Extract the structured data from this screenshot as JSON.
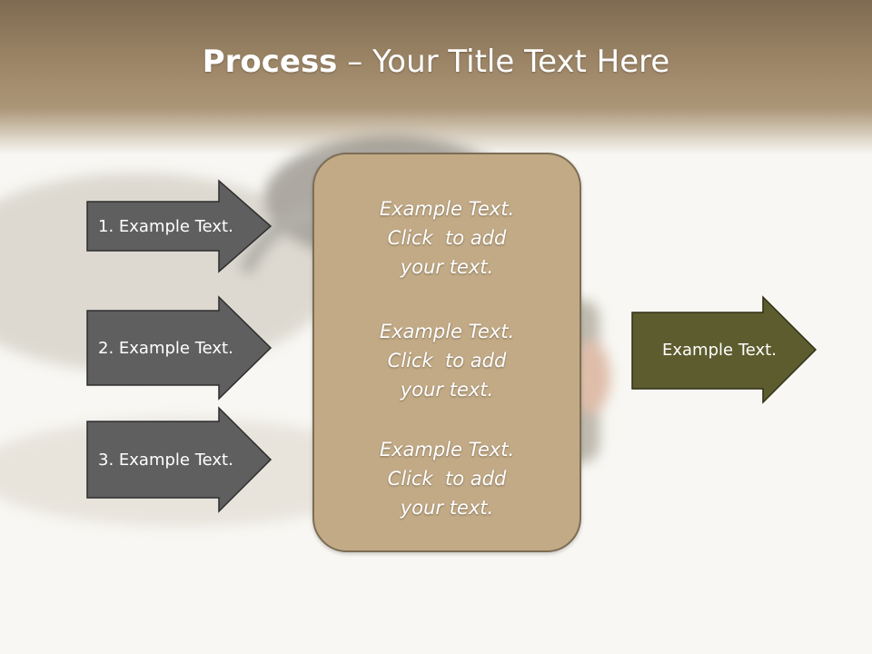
{
  "slide": {
    "title_bold": "Process",
    "title_rest": " – Your Title Text Here"
  },
  "colors": {
    "header": "#9c8566",
    "input_arrow": "#5f5f5f",
    "output_arrow": "#5d5c2e",
    "center_box": "#c2aa86"
  },
  "inputs": [
    {
      "label": "1. Example Text."
    },
    {
      "label": "2. Example Text."
    },
    {
      "label": "3. Example Text."
    }
  ],
  "center": {
    "blocks": [
      {
        "lines": [
          "Example Text.",
          "Click  to add",
          "your text."
        ]
      },
      {
        "lines": [
          "Example Text.",
          "Click  to add",
          "your text."
        ]
      },
      {
        "lines": [
          "Example Text.",
          "Click  to add",
          "your text."
        ]
      }
    ]
  },
  "output": {
    "label": "Example Text."
  }
}
